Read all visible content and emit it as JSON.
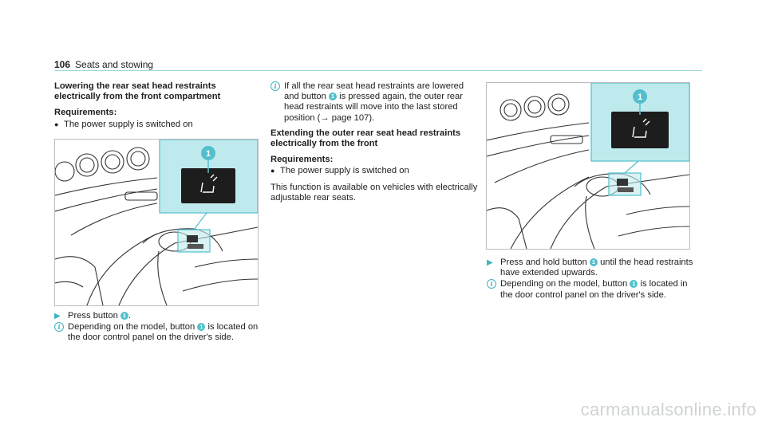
{
  "header": {
    "page_number": "106",
    "title": "Seats and stowing"
  },
  "col1": {
    "heading": "Lowering the rear seat head restraints electrically from the front compartment",
    "requirements_label": "Requirements:",
    "requirement": "The power supply is switched on",
    "step_before": "Press button",
    "step_after": ".",
    "note_before": "Depending on the model, button",
    "note_after": "is located on the door control panel on the driver's side."
  },
  "col2": {
    "note_before": "If all the rear seat head restraints are lowered and button",
    "note_after": "is pressed again, the outer rear head restraints will move into the last stored position (→ page 107).",
    "heading": "Extending the outer rear seat head restraints electrically from the front",
    "requirements_label": "Requirements:",
    "requirement": "The power supply is switched on",
    "para": "This function is available on vehicles with electrically adjustable rear seats."
  },
  "col3": {
    "step_before": "Press and hold button",
    "step_after": "until the head restraints have extended upwards.",
    "note_before": "Depending on the model, button",
    "note_after": "is located in the door control panel on the driver's side."
  },
  "badge_number": "1",
  "colors": {
    "accent": "#52c0cc",
    "highlight": "#bfeaed",
    "line": "#9fd8dc"
  },
  "icons": [
    "step-arrow-icon",
    "info-icon",
    "seat-head-restraint-icon"
  ],
  "watermark": "carmanualsonline.info"
}
